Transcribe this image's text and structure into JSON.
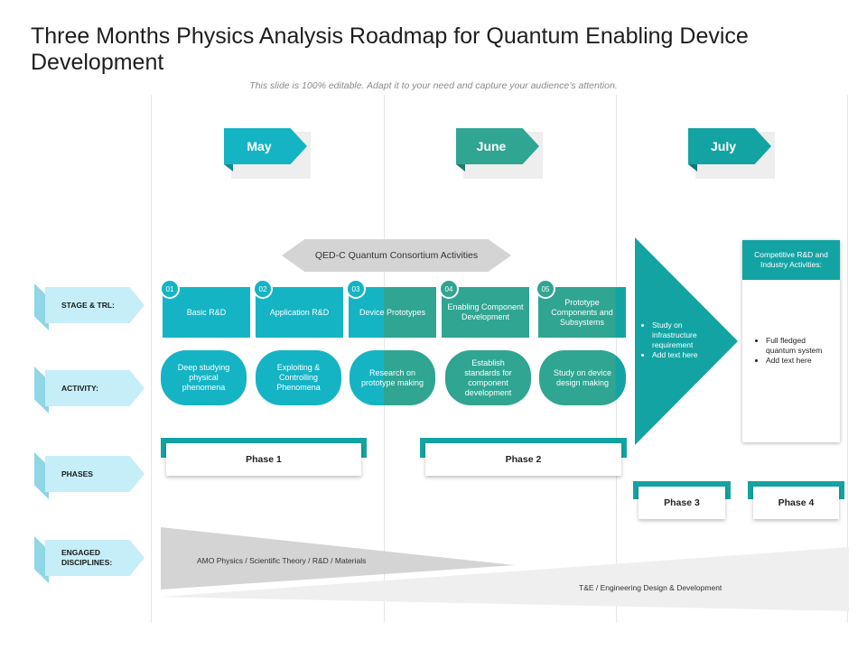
{
  "title": "Three Months Physics Analysis Roadmap for Quantum Enabling Device Development",
  "subtitle": "This slide is 100% editable. Adapt it to your need and capture your audience’s attention.",
  "months": [
    "May",
    "June",
    "July"
  ],
  "consortium": "QED-C Quantum Consortium Activities",
  "row_labels": {
    "stage": "STAGE  & TRL:",
    "activity": "ACTIVITY:",
    "phases": "PHASES",
    "disciplines": "ENGAGED DISCIPLINES:"
  },
  "stages": [
    {
      "num": "01",
      "label": "Basic R&D"
    },
    {
      "num": "02",
      "label": "Application R&D"
    },
    {
      "num": "03",
      "label": "Device Prototypes"
    },
    {
      "num": "04",
      "label": "Enabling Component Development"
    },
    {
      "num": "05",
      "label": "Prototype Components and Subsystems"
    }
  ],
  "activities": [
    "Deep studying physical phenomena",
    "Exploiting & Controlling Phenomena",
    "Research on prototype making",
    "Establish standards for component development",
    "Study on device design making"
  ],
  "july_arrow_bullets": [
    "Study on infrastructure requirement",
    "Add text here"
  ],
  "competitive": {
    "header": "Competitive R&D and Industry Activities:",
    "bullets": [
      "Full fledged quantum system",
      "Add text here"
    ]
  },
  "phases": [
    "Phase 1",
    "Phase 2",
    "Phase 3",
    "Phase 4"
  ],
  "disciplines": {
    "top": "AMO Physics / Scientific Theory / R&D / Materials",
    "bottom": "T&E  / Engineering Design & Development"
  },
  "colors": {
    "cyan": "#14b4c4",
    "teal": "#2fa592",
    "dark_teal": "#14a3a3",
    "label_tab": "#c5eef8"
  }
}
